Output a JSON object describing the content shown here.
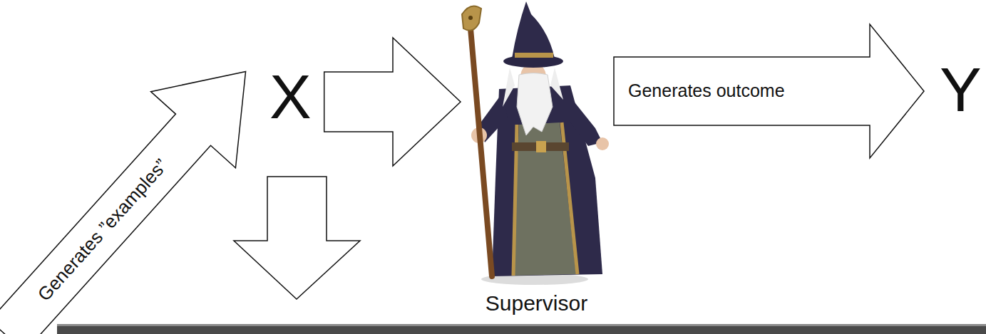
{
  "diagram": {
    "nodes": [
      {
        "text": [
          "X"
        ]
      },
      {
        "text": [
          "Supervisor"
        ]
      },
      {
        "text": [
          "Y"
        ]
      }
    ],
    "edges": [
      {
        "from": 0,
        "to": 1,
        "arrow": "to"
      },
      {
        "from": 1,
        "to": 2,
        "label": "Generates outcome",
        "arrow": "to"
      }
    ],
    "labels": [
      "Generates ”examples”"
    ]
  }
}
